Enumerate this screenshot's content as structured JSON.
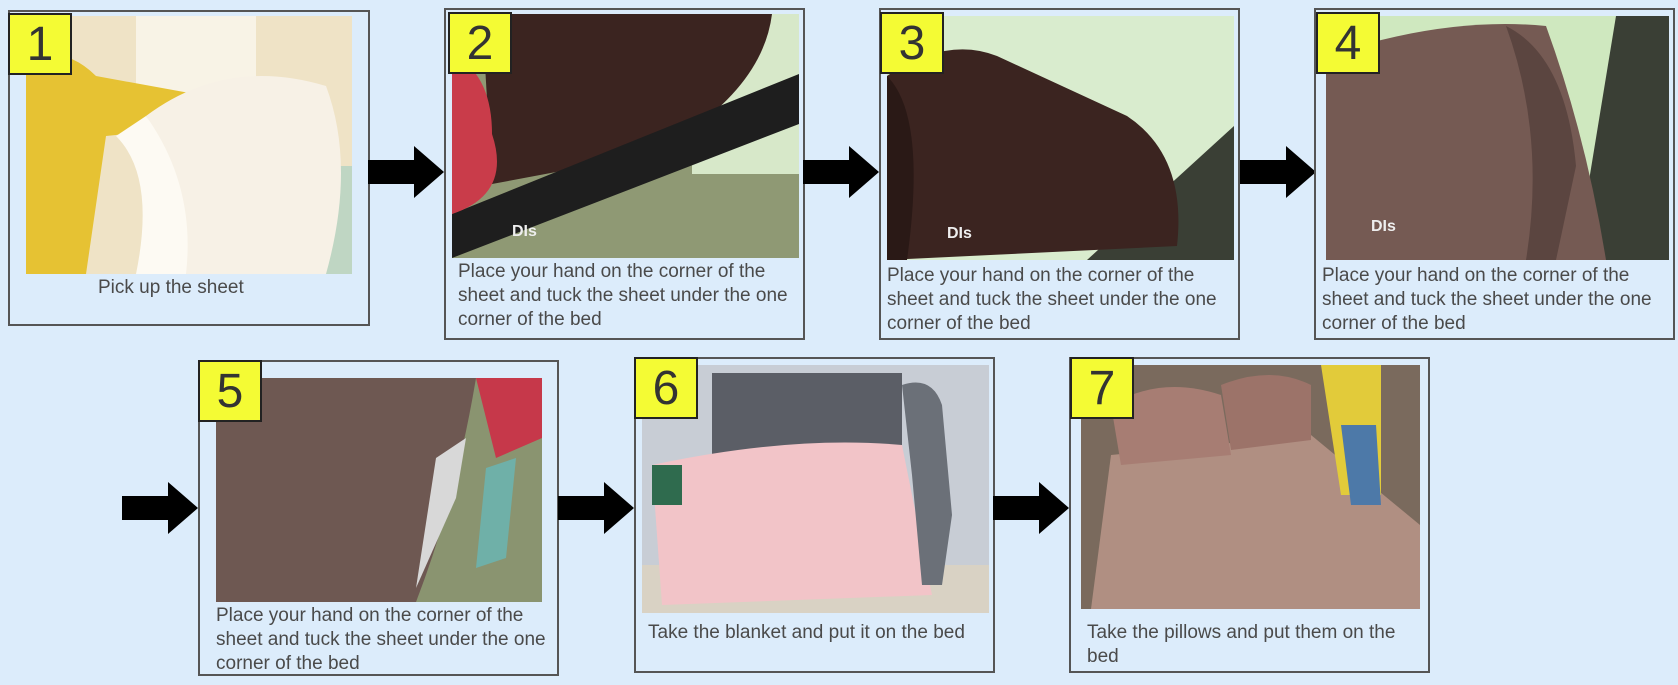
{
  "steps": [
    {
      "number": "1",
      "caption": "Pick up the sheet"
    },
    {
      "number": "2",
      "caption": "Place your hand on the corner of the sheet and tuck the sheet under the one corner of the bed"
    },
    {
      "number": "3",
      "caption": "Place your hand on the corner of the sheet and tuck the sheet under the one corner of the bed"
    },
    {
      "number": "4",
      "caption": "Place your hand on the corner of the sheet and tuck the sheet under the one corner of the bed"
    },
    {
      "number": "5",
      "caption": "Place your hand on the corner of the sheet and tuck the sheet under the one corner of the bed"
    },
    {
      "number": "6",
      "caption": "Take the blanket and put it on the bed"
    },
    {
      "number": "7",
      "caption": "Take the pillows and put them on the bed"
    }
  ],
  "colors": {
    "background": "#dcecfb",
    "badge": "#f4fb34",
    "arrow": "#000000"
  }
}
